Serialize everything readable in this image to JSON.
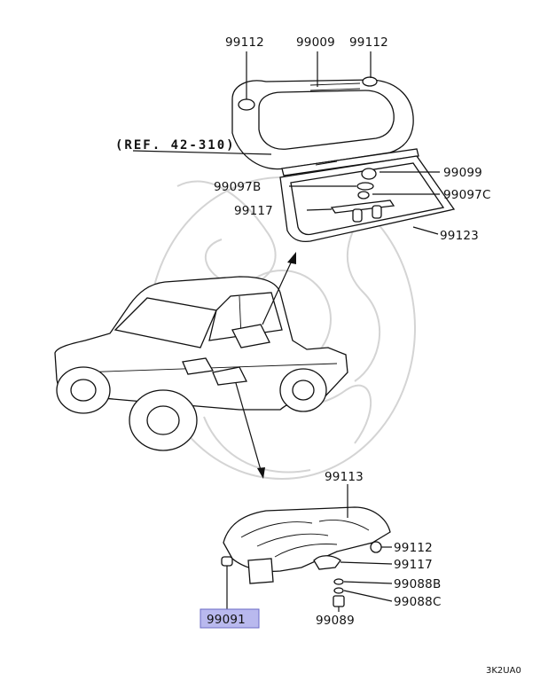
{
  "reference": "(REF. 42-310)",
  "footer_code": "3K2UA0",
  "highlight_color": "#b9b9ee",
  "upper_assembly": {
    "callouts": [
      "99112",
      "99009",
      "99112",
      "99099",
      "99097B",
      "99097C",
      "99117",
      "99123"
    ]
  },
  "lower_assembly": {
    "callouts": [
      "99113",
      "99112",
      "99117",
      "99088B",
      "99088C",
      "99089"
    ],
    "highlighted_part": "99091"
  }
}
